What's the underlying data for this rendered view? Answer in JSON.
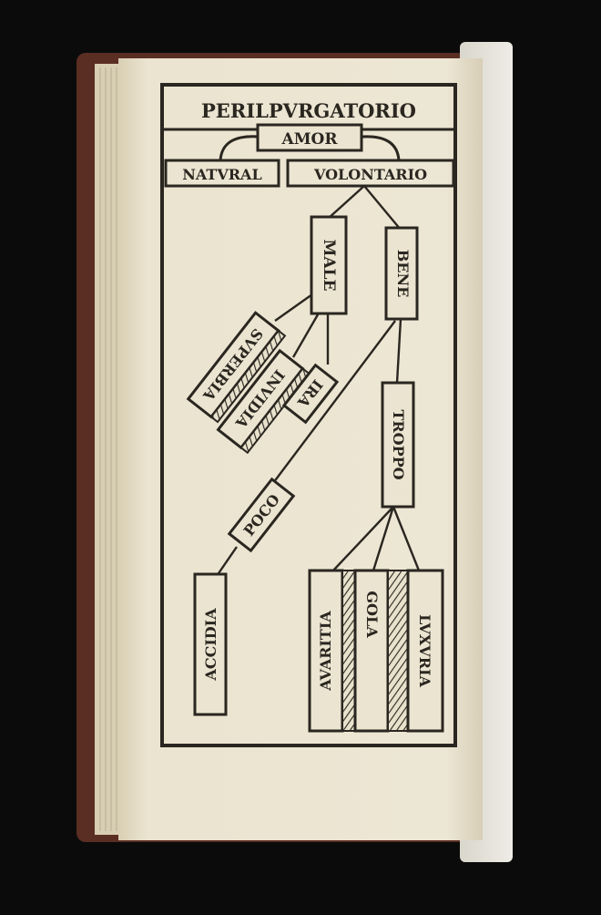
{
  "diagram": {
    "title": "PERILPVRGATORIO",
    "root": "AMOR",
    "branch_left": "NATVRAL",
    "branch_right": "VOLONTARIO",
    "male": "MALE",
    "bene": "BENE",
    "superbia": "SVPERBIA",
    "invidia": "INVIDIA",
    "ira": "IRA",
    "poco": "POCO",
    "troppo": "TROPPO",
    "accidia": "ACCIDIA",
    "avaritia": "AVARITIA",
    "gola": "GOLA",
    "luxuria": "LVXVRIA"
  },
  "colors": {
    "background": "#0b0b0b",
    "paper": "#ebe4d0",
    "ink": "#2a2620",
    "binding": "#5a2e22"
  }
}
